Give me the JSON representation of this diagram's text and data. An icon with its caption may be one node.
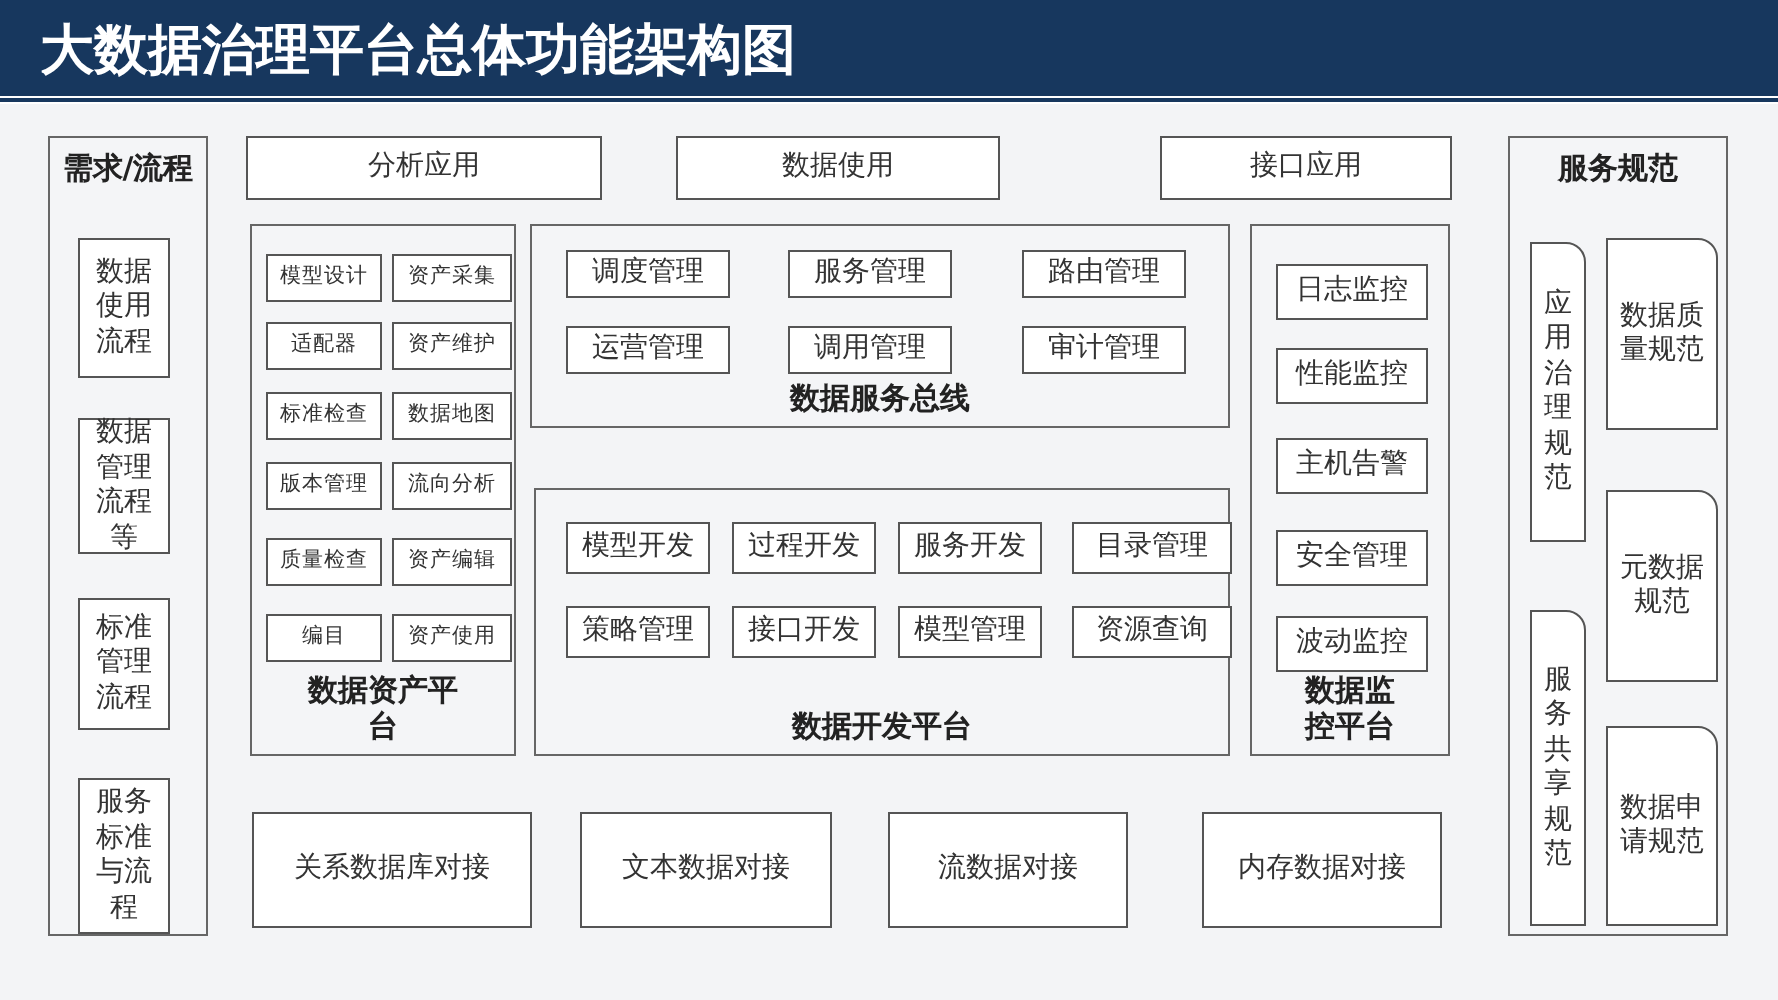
{
  "diagram": {
    "title": "大数据治理平台总体功能架构图",
    "nodes": [
      {
        "text": [
          "需求/流程"
        ]
      },
      {
        "text": [
          "数据使用流程"
        ],
        "in": 0
      },
      {
        "text": [
          "数据管理流程等"
        ],
        "in": 0
      },
      {
        "text": [
          "标准管理流程"
        ],
        "in": 0
      },
      {
        "text": [
          "服务标准与流程"
        ],
        "in": 0
      },
      {
        "text": [
          "分析应用"
        ]
      },
      {
        "text": [
          "数据使用"
        ]
      },
      {
        "text": [
          "接口应用"
        ]
      },
      {
        "text": [
          "数据资产平台"
        ]
      },
      {
        "text": [
          "模型设计"
        ],
        "in": 8
      },
      {
        "text": [
          "资产采集"
        ],
        "in": 8
      },
      {
        "text": [
          "适配器"
        ],
        "in": 8
      },
      {
        "text": [
          "资产维护"
        ],
        "in": 8
      },
      {
        "text": [
          "标准检查"
        ],
        "in": 8
      },
      {
        "text": [
          "数据地图"
        ],
        "in": 8
      },
      {
        "text": [
          "版本管理"
        ],
        "in": 8
      },
      {
        "text": [
          "流向分析"
        ],
        "in": 8
      },
      {
        "text": [
          "质量检查"
        ],
        "in": 8
      },
      {
        "text": [
          "资产编辑"
        ],
        "in": 8
      },
      {
        "text": [
          "编目"
        ],
        "in": 8
      },
      {
        "text": [
          "资产使用"
        ],
        "in": 8
      },
      {
        "text": [
          "数据服务总线"
        ]
      },
      {
        "text": [
          "调度管理"
        ],
        "in": 21
      },
      {
        "text": [
          "服务管理"
        ],
        "in": 21
      },
      {
        "text": [
          "路由管理"
        ],
        "in": 21
      },
      {
        "text": [
          "运营管理"
        ],
        "in": 21
      },
      {
        "text": [
          "调用管理"
        ],
        "in": 21
      },
      {
        "text": [
          "审计管理"
        ],
        "in": 21
      },
      {
        "text": [
          "数据开发平台"
        ]
      },
      {
        "text": [
          "模型开发"
        ],
        "in": 28
      },
      {
        "text": [
          "过程开发"
        ],
        "in": 28
      },
      {
        "text": [
          "服务开发"
        ],
        "in": 28
      },
      {
        "text": [
          "目录管理"
        ],
        "in": 28
      },
      {
        "text": [
          "策略管理"
        ],
        "in": 28
      },
      {
        "text": [
          "接口开发"
        ],
        "in": 28
      },
      {
        "text": [
          "模型管理"
        ],
        "in": 28
      },
      {
        "text": [
          "资源查询"
        ],
        "in": 28
      },
      {
        "text": [
          "数据监控平台"
        ]
      },
      {
        "text": [
          "日志监控"
        ],
        "in": 37
      },
      {
        "text": [
          "性能监控"
        ],
        "in": 37
      },
      {
        "text": [
          "主机告警"
        ],
        "in": 37
      },
      {
        "text": [
          "安全管理"
        ],
        "in": 37
      },
      {
        "text": [
          "波动监控"
        ],
        "in": 37
      },
      {
        "text": [
          "服务规范"
        ]
      },
      {
        "text": [
          "应用治理规范"
        ],
        "in": 43
      },
      {
        "text": [
          "数据质量规范"
        ],
        "in": 43
      },
      {
        "text": [
          "元数据规范"
        ],
        "in": 43
      },
      {
        "text": [
          "服务共享规范"
        ],
        "in": 43
      },
      {
        "text": [
          "数据申请规范"
        ],
        "in": 43
      },
      {
        "text": [
          "关系数据库对接"
        ]
      },
      {
        "text": [
          "文本数据对接"
        ]
      },
      {
        "text": [
          "流数据对接"
        ]
      },
      {
        "text": [
          "内存数据对接"
        ]
      }
    ]
  }
}
